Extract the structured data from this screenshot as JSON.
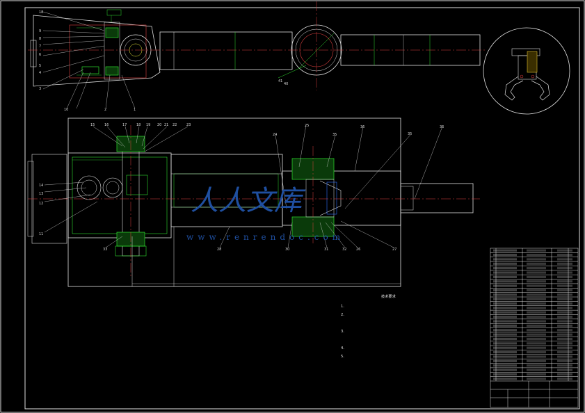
{
  "top_view_labels": [
    "18",
    "9",
    "8",
    "7",
    "6",
    "5",
    "4",
    "3",
    "10",
    "2",
    "1"
  ],
  "top_view_extra_labels": [
    "41",
    "40"
  ],
  "front_view_top_labels": [
    "15",
    "16",
    "17",
    "18",
    "19",
    "20",
    "21",
    "22",
    "23"
  ],
  "front_view_left_labels": [
    "14",
    "13",
    "12",
    "11"
  ],
  "front_view_bottom_labels": [
    "33",
    "28",
    "30",
    "31",
    "32",
    "26",
    "27"
  ],
  "front_view_right_labels": [
    "24",
    "25",
    "35",
    "36"
  ],
  "tech_requirements": {
    "title": "技术要求",
    "lines": [
      "1.",
      "2.",
      "",
      "3.",
      "",
      "4.",
      "5."
    ]
  },
  "title_block": {
    "rows": 30
  },
  "colors": {
    "background": "#000000",
    "outline": "#e0e0e0",
    "centerline": "#e04040",
    "hatch": "#30e030",
    "watermark": "#1f4fa0"
  }
}
